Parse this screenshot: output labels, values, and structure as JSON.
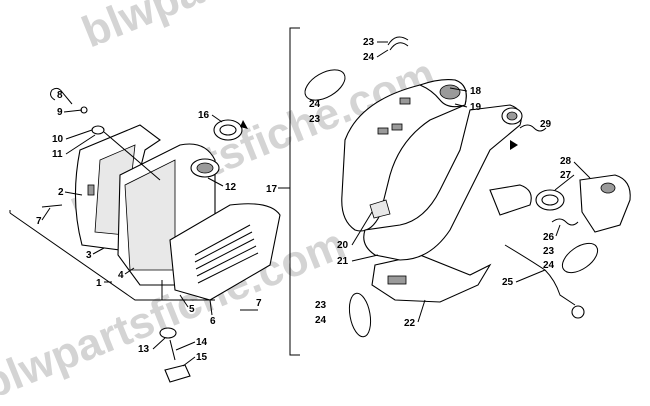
{
  "watermark": {
    "text_top": "blwpartsfiche.com",
    "text_mid": "blwpartsfiche.com",
    "text_bottom": "blwpartsfiche.com"
  },
  "callouts": {
    "c1": "1",
    "c2": "2",
    "c3": "3",
    "c4": "4",
    "c5": "5",
    "c6": "6",
    "c7a": "7",
    "c7b": "7",
    "c8": "8",
    "c9": "9",
    "c10": "10",
    "c11": "11",
    "c12": "12",
    "c13": "13",
    "c14": "14",
    "c15": "15",
    "c16": "16",
    "c17": "17",
    "c18": "18",
    "c19": "19",
    "c20": "20",
    "c21": "21",
    "c22": "22",
    "c23a": "23",
    "c24a": "24",
    "c24b": "24",
    "c23b": "23",
    "c29": "29",
    "c28": "28",
    "c27": "27",
    "c26": "26",
    "c23c": "23",
    "c24c": "24",
    "c25": "25",
    "c23d": "23",
    "c24d": "24"
  }
}
